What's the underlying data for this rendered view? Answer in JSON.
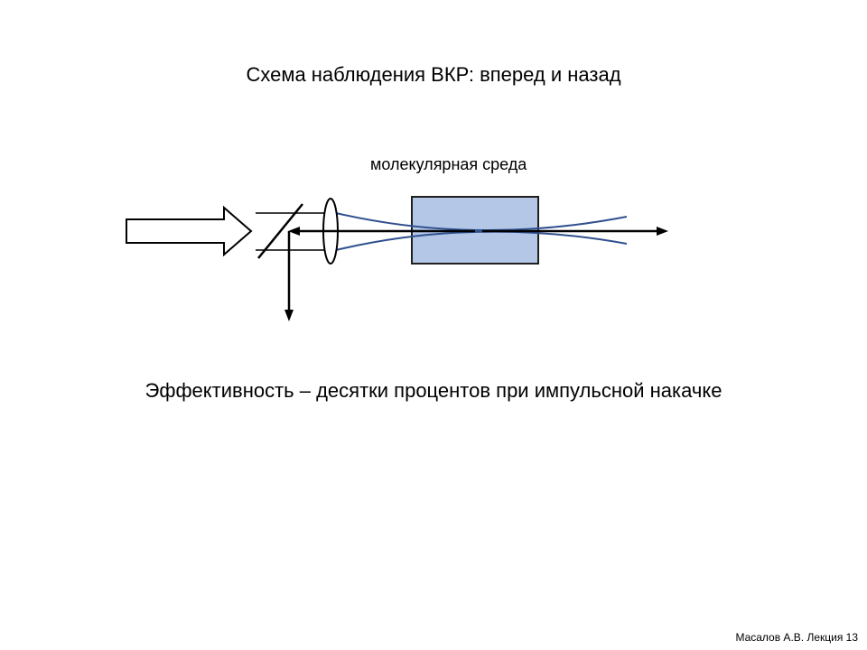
{
  "slide": {
    "title": "Схема наблюдения ВКР: вперед и назад",
    "medium_label": "молекулярная среда",
    "efficiency_text": "Эффективность – десятки процентов при импульсной накачке",
    "footer": "Масалов А.В. Лекция 13"
  },
  "colors": {
    "background": "#ffffff",
    "text": "#000000",
    "medium_fill": "#b4c7e7",
    "medium_border": "#1f1f1f",
    "beam": "#2f4f8f",
    "arrow": "#000000"
  }
}
